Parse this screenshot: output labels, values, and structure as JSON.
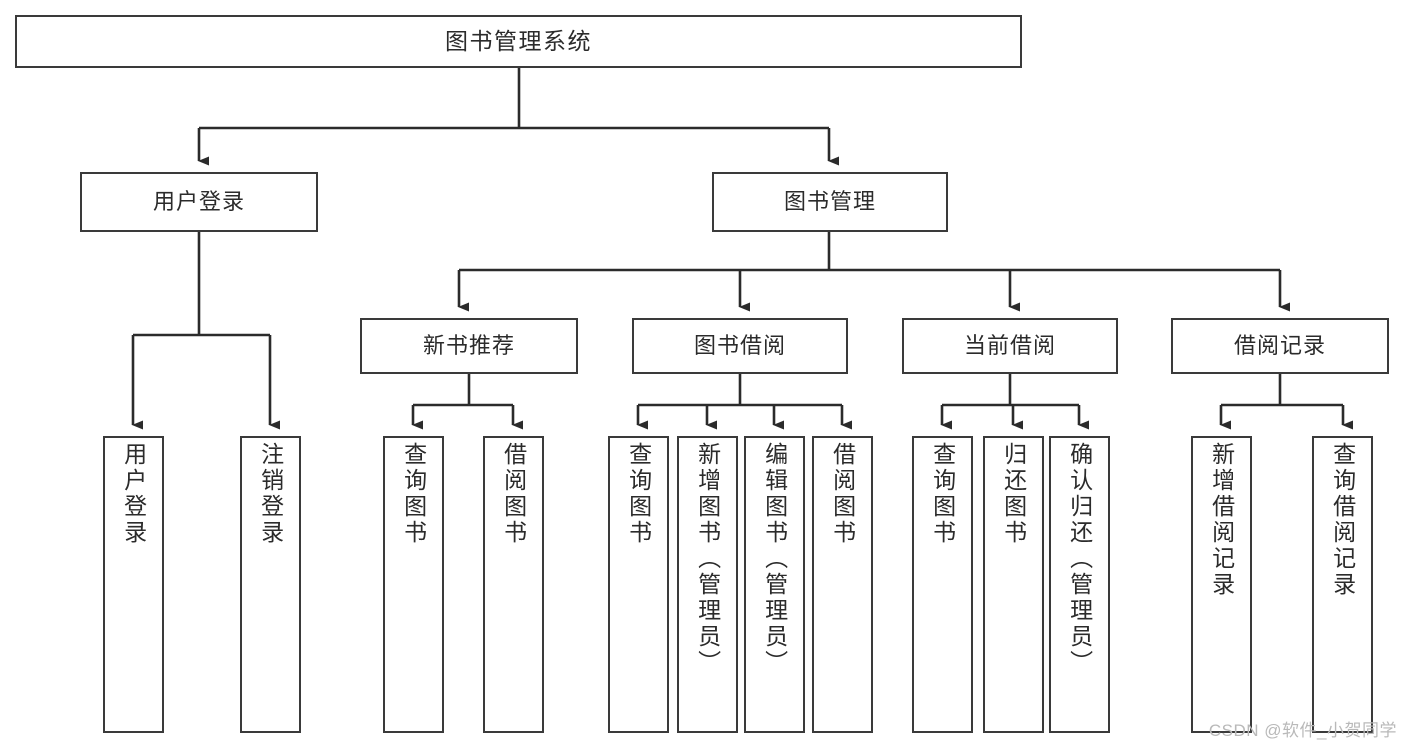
{
  "diagram": {
    "title": "图书管理系统",
    "type": "tree",
    "stroke_color": "#3a3a3a",
    "fill_color": "#ffffff",
    "text_color": "#2b2b2b"
  },
  "nodes": {
    "root": {
      "label": "图书管理系统"
    },
    "level1": [
      {
        "label": "用户登录"
      },
      {
        "label": "图书管理"
      }
    ],
    "level2": [
      {
        "label": "新书推荐"
      },
      {
        "label": "图书借阅"
      },
      {
        "label": "当前借阅"
      },
      {
        "label": "借阅记录"
      }
    ],
    "leaves": {
      "user_login": [
        {
          "label": "用户登录"
        },
        {
          "label": "注销登录"
        }
      ],
      "new_book": [
        {
          "label": "查询图书"
        },
        {
          "label": "借阅图书"
        }
      ],
      "book_borrow": [
        {
          "label": "查询图书"
        },
        {
          "label": "新增图书（管理员）"
        },
        {
          "label": "编辑图书（管理员）"
        },
        {
          "label": "借阅图书"
        }
      ],
      "current_borrow": [
        {
          "label": "查询图书"
        },
        {
          "label": "归还图书"
        },
        {
          "label": "确认归还（管理员）"
        }
      ],
      "borrow_record": [
        {
          "label": "新增借阅记录"
        },
        {
          "label": "查询借阅记录"
        }
      ]
    }
  },
  "watermark": {
    "text": "CSDN @软件_小贺同学"
  }
}
